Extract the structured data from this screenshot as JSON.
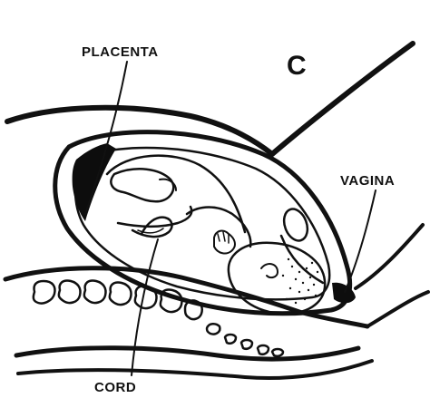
{
  "diagram": {
    "panel_letter": "C",
    "labels": {
      "placenta": "PLACENTA",
      "vagina": "VAGINA",
      "cord": "CORD"
    }
  }
}
